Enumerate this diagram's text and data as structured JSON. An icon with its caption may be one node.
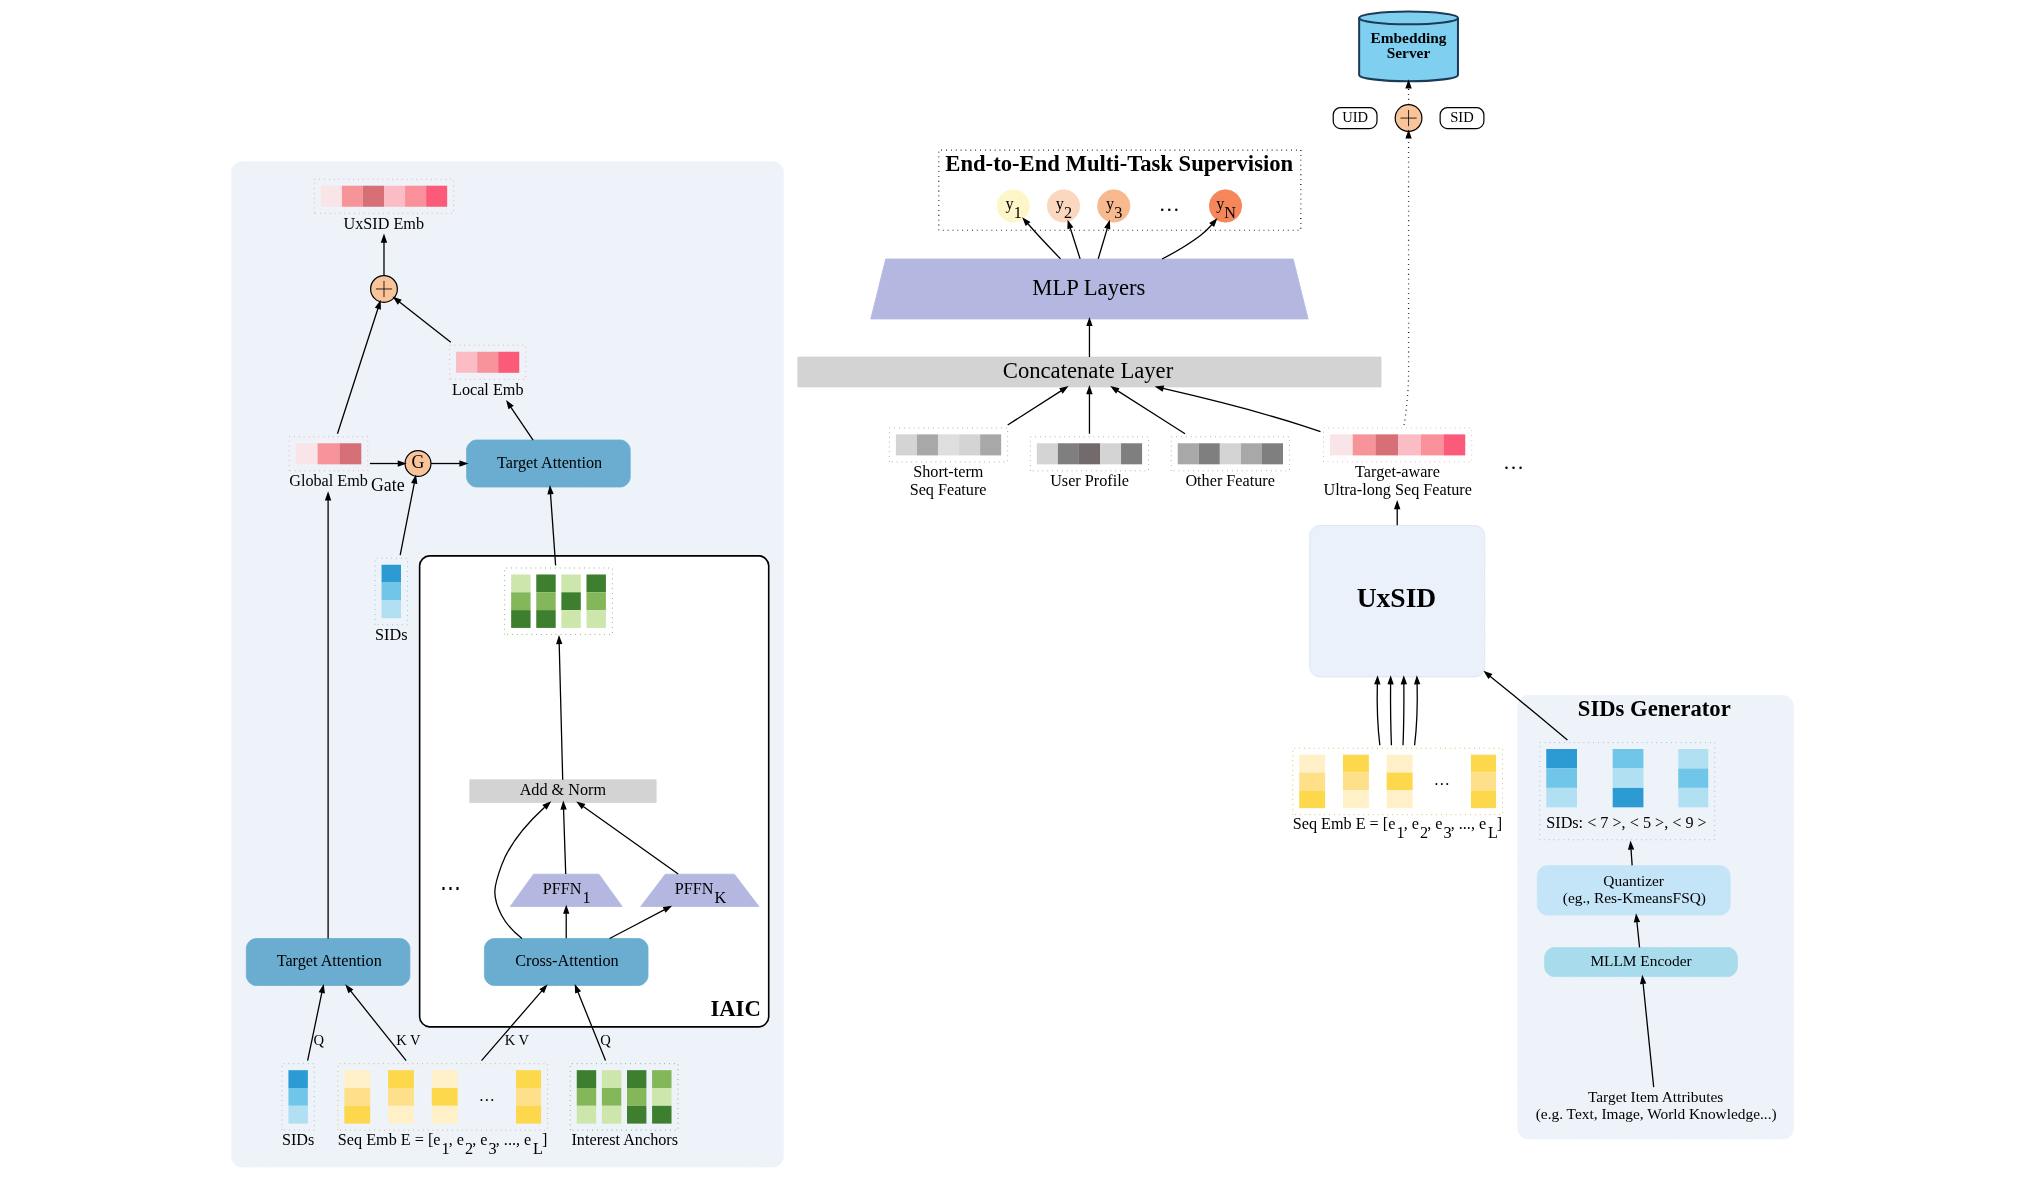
{
  "diagram": {
    "nodes": [
      {
        "text": [],
        "shape": "box"
      },
      {
        "text": [
          "UxSID Emb"
        ],
        "in": 0
      },
      {
        "text": [],
        "shape": "circle",
        "in": 0
      },
      {
        "text": [
          "Local Emb"
        ],
        "in": 0
      },
      {
        "text": [
          "Global Emb"
        ],
        "in": 0
      },
      {
        "text": [
          "G"
        ],
        "beside": [
          "Gate"
        ],
        "in": 0
      },
      {
        "text": [
          "Target Attention"
        ],
        "in": 0
      },
      {
        "text": [
          "SIDs"
        ],
        "in": 0
      },
      {
        "text": [
          "IAIC"
        ],
        "in": 0
      },
      {
        "text": [],
        "shape": "box",
        "in": 8
      },
      {
        "text": [
          "Add & Norm"
        ],
        "in": 8
      },
      {
        "text": [
          "PFFN$_{1}$"
        ],
        "in": 8
      },
      {
        "text": [
          "PFFN$_{K}$"
        ],
        "in": 8
      },
      {
        "text": [
          "Cross-Attention"
        ],
        "in": 8
      },
      {
        "text": [
          "Target Attention"
        ],
        "in": 0
      },
      {
        "text": [
          "SIDs"
        ],
        "in": 0
      },
      {
        "text": [
          "…",
          "Seq Emb E = [e$_{1}$, e$_{2}$, e$_{3}$, ..., e$_{L}$]"
        ],
        "in": 0
      },
      {
        "text": [
          "Interest Anchors"
        ],
        "in": 0
      },
      {
        "text": [
          "Embedding Server"
        ]
      },
      {
        "text": [
          "UID"
        ]
      },
      {
        "text": [],
        "shape": "circle"
      },
      {
        "text": [
          "SID"
        ]
      },
      {
        "text": [
          "End-to-End Multi-Task Supervision"
        ]
      },
      {
        "text": [
          "y$_{1}$"
        ],
        "in": 22
      },
      {
        "text": [
          "y$_{2}$"
        ],
        "in": 22
      },
      {
        "text": [
          "y$_{3}$"
        ],
        "in": 22
      },
      {
        "text": [
          "y$_{N}$"
        ],
        "in": 22
      },
      {
        "text": [
          "MLP Layers"
        ]
      },
      {
        "text": [
          "Concatenate Layer"
        ]
      },
      {
        "text": [
          "Target-aware Ultra-long Seq Feature"
        ]
      },
      {
        "text": [
          "Short-term Seq Feature"
        ]
      },
      {
        "text": [
          "User Profile"
        ]
      },
      {
        "text": [
          "Other Feature"
        ]
      },
      {
        "text": [
          "UxSID"
        ]
      },
      {
        "text": [
          "…",
          "Seq Emb E = [e$_{1}$, e$_{2}$, e$_{3}$, ..., e$_{L}$]"
        ]
      },
      {
        "text": [
          "SIDs Generator"
        ]
      },
      {
        "text": [
          "SIDs: < 7 >, < 5 >, < 9 >"
        ],
        "in": 35
      },
      {
        "text": [
          "Quantizer (eg., Res-KmeansFSQ)"
        ],
        "in": 35
      },
      {
        "text": [
          "MLLM Encoder"
        ],
        "in": 35
      },
      {
        "text": [
          "Target Item Attributes (e.g. Text, Image, World Knowledge...)"
        ],
        "in": 35
      }
    ],
    "edges": [
      {
        "from": 2,
        "to": 1,
        "arrow": "to"
      },
      {
        "from": 4,
        "to": 2,
        "arrow": "to"
      },
      {
        "from": 3,
        "to": 2,
        "arrow": "to"
      },
      {
        "from": 4,
        "to": 5,
        "arrow": "to"
      },
      {
        "from": 5,
        "to": 6,
        "arrow": "to"
      },
      {
        "from": 7,
        "to": 5,
        "arrow": "to"
      },
      {
        "from": 6,
        "to": 3,
        "arrow": "to"
      },
      {
        "from": 9,
        "to": 6,
        "arrow": "to"
      },
      {
        "from": 10,
        "to": 9,
        "arrow": "to"
      },
      {
        "from": 11,
        "to": 10,
        "arrow": "to"
      },
      {
        "from": 12,
        "to": 10,
        "arrow": "to"
      },
      {
        "from": 13,
        "to": 11,
        "arrow": "to"
      },
      {
        "from": 13,
        "to": 12,
        "arrow": "to"
      },
      {
        "from": 13,
        "to": 10,
        "arrow": "to"
      },
      {
        "from": 14,
        "to": 4,
        "arrow": "to"
      },
      {
        "from": 15,
        "to": 14,
        "arrow": "to",
        "label": "Q"
      },
      {
        "from": 16,
        "to": 14,
        "arrow": "to",
        "label": "K V"
      },
      {
        "from": 16,
        "to": 13,
        "arrow": "to",
        "label": "K V"
      },
      {
        "from": 17,
        "to": 13,
        "arrow": "to",
        "label": "Q"
      },
      {
        "from": 29,
        "to": 20,
        "arrow": "to",
        "style": "dashed"
      },
      {
        "from": 20,
        "to": 18,
        "arrow": "to",
        "style": "dashed"
      },
      {
        "from": 27,
        "to": 23,
        "arrow": "to"
      },
      {
        "from": 27,
        "to": 24,
        "arrow": "to"
      },
      {
        "from": 27,
        "to": 25,
        "arrow": "to"
      },
      {
        "from": 27,
        "to": 26,
        "arrow": "to"
      },
      {
        "from": 28,
        "to": 27,
        "arrow": "to"
      },
      {
        "from": 29,
        "to": 28,
        "arrow": "to"
      },
      {
        "from": 30,
        "to": 28,
        "arrow": "to"
      },
      {
        "from": 31,
        "to": 28,
        "arrow": "to"
      },
      {
        "from": 32,
        "to": 28,
        "arrow": "to"
      },
      {
        "from": 33,
        "to": 29,
        "arrow": "to"
      },
      {
        "from": 34,
        "to": 33,
        "arrow": "to"
      },
      {
        "from": 34,
        "to": 33,
        "arrow": "to"
      },
      {
        "from": 34,
        "to": 33,
        "arrow": "to"
      },
      {
        "from": 34,
        "to": 33,
        "arrow": "to"
      },
      {
        "from": 36,
        "to": 33,
        "arrow": "to"
      },
      {
        "from": 37,
        "to": 36,
        "arrow": "to"
      },
      {
        "from": 38,
        "to": 37,
        "arrow": "to"
      },
      {
        "from": 39,
        "to": 38,
        "arrow": "to"
      }
    ],
    "labels": [
      "⋯",
      "…",
      "…"
    ]
  }
}
